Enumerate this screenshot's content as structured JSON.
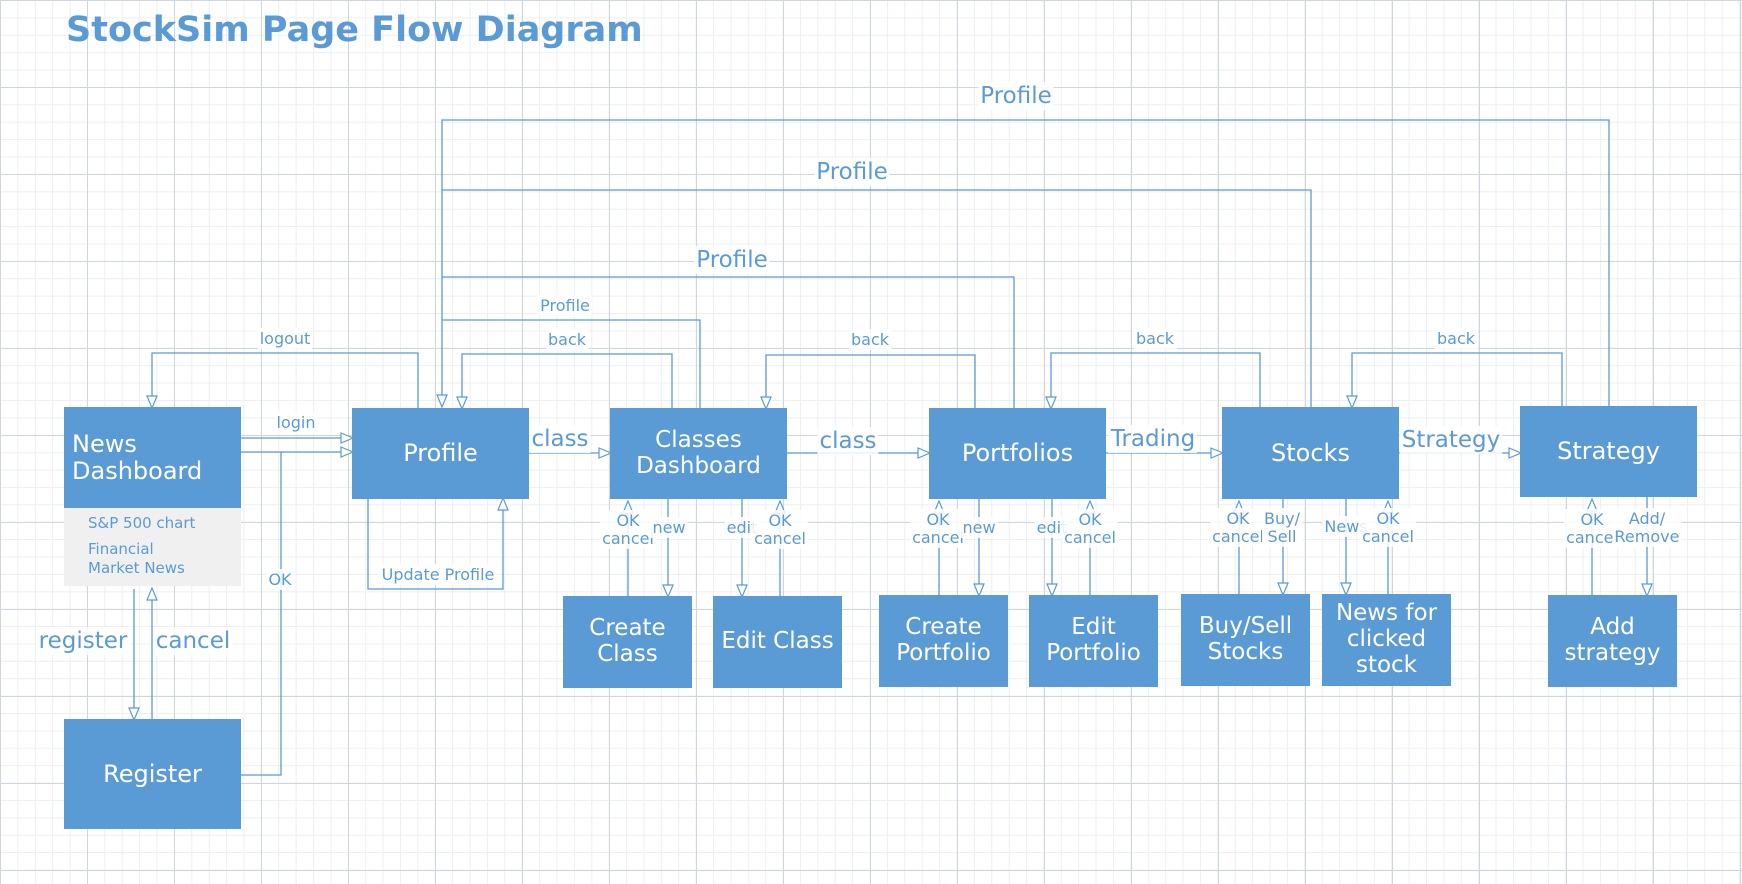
{
  "diagram": {
    "title": "StockSim Page Flow Diagram",
    "nodes": {
      "news_dashboard": "News\nDashboard",
      "profile": "Profile",
      "classes_dashboard": "Classes\nDashboard",
      "portfolios": "Portfolios",
      "stocks": "Stocks",
      "strategy": "Strategy",
      "register": "Register",
      "create_class": "Create\nClass",
      "edit_class": "Edit Class",
      "create_portfolio": "Create\nPortfolio",
      "edit_portfolio": "Edit\nPortfolio",
      "buy_sell_stocks": "Buy/Sell\nStocks",
      "news_clicked_stock": "News for\nclicked\nstock",
      "add_strategy": "Add\nstrategy"
    },
    "news_dashboard_items": [
      "S&P 500 chart",
      "Financial\nMarket News"
    ],
    "edge_labels": {
      "profile_top": "Profile",
      "profile_second": "Profile",
      "profile_third": "Profile",
      "profile_small": "Profile",
      "logout": "logout",
      "back_classes": "back",
      "back_portfolios": "back",
      "back_stocks": "back",
      "back_strategy": "back",
      "login": "login",
      "class_1": "class",
      "class_2": "class",
      "trading": "Trading",
      "strategy": "Strategy",
      "update_profile": "Update Profile",
      "ok_register": "OK",
      "register": "register",
      "cancel": "cancel",
      "ok_cancel_create_class": "OK\ncancel",
      "new_class": "new",
      "edit_class": "edit",
      "ok_cancel_edit_class": "OK\ncancel",
      "ok_cancel_create_portfolio": "OK\ncancel",
      "new_portfolio": "new",
      "edit_portfolio": "edit",
      "ok_cancel_edit_portfolio": "OK\ncancel",
      "ok_cancel_buy_sell": "OK\ncancel",
      "buy_sell": "Buy/\nSell",
      "news": "News",
      "ok_cancel_news": "OK\ncancel",
      "ok_cancel_add_strategy": "OK\ncancel",
      "add_remove": "Add/\nRemove"
    },
    "colors": {
      "accent": "#5b9bd5",
      "text_on_box": "#ffffff",
      "panel": "#f0f0f0"
    }
  }
}
